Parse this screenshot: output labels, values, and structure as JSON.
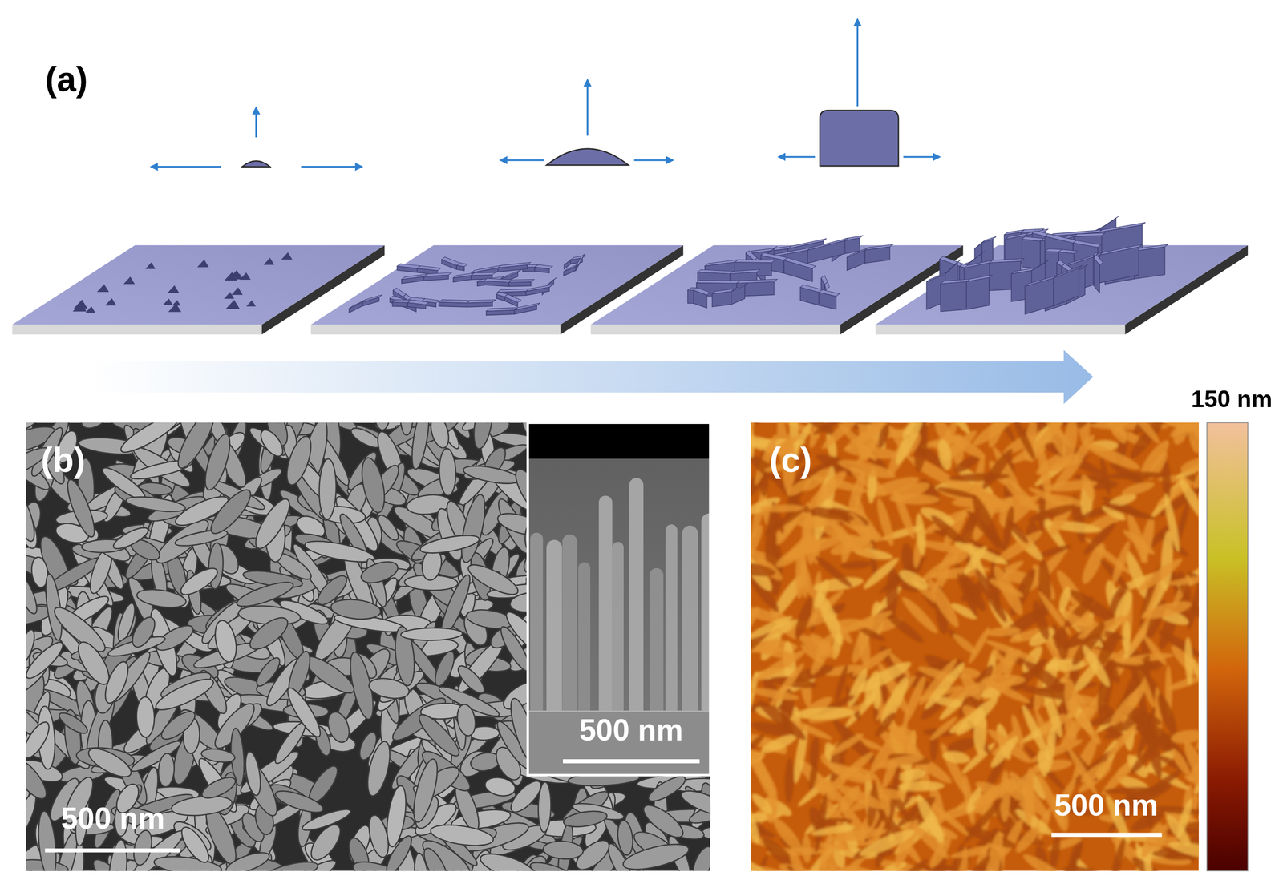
{
  "diagram": {
    "labels": [
      "(a)",
      "(b)",
      "(c)",
      "500 nm",
      "500 nm",
      "500 nm",
      "150 nm"
    ]
  }
}
